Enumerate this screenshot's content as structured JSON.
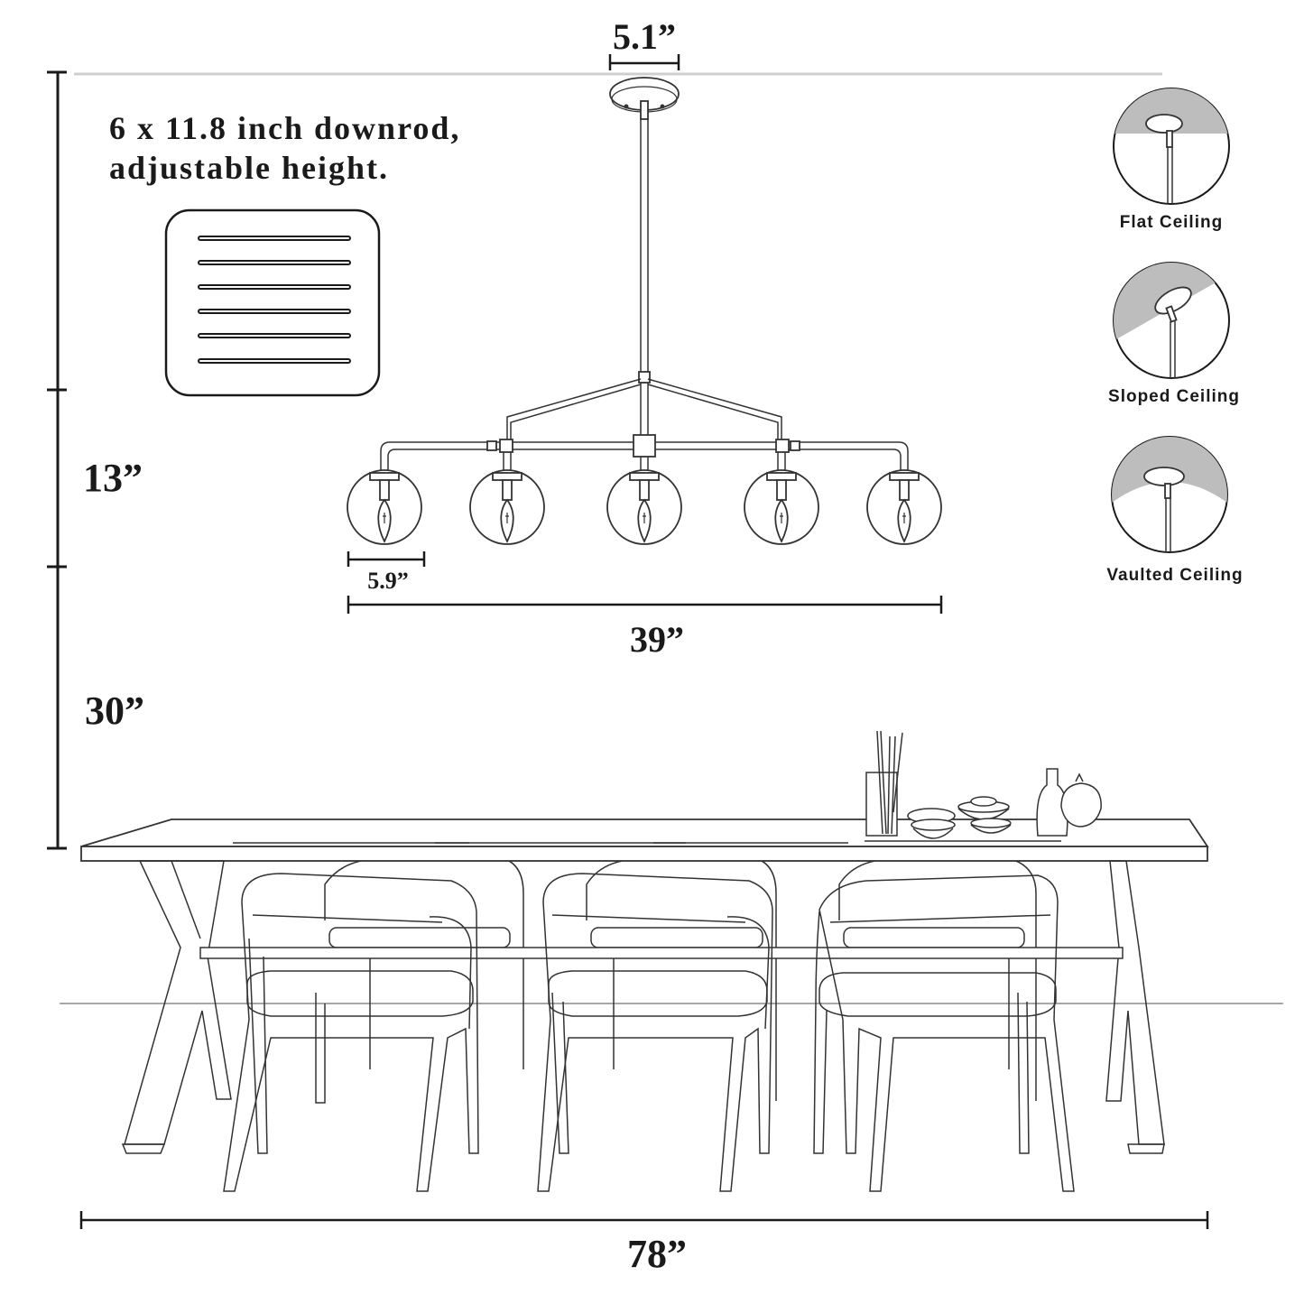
{
  "dimensions": {
    "canopy_width": "5.1”",
    "fixture_height_upper": "13”",
    "hang_height_lower": "30”",
    "globe_diameter": "5.9”",
    "fixture_width": "39”",
    "table_width": "78”"
  },
  "downrod_note": {
    "line1": "6 x 11.8 inch downrod,",
    "line2": "adjustable height."
  },
  "ceiling_types": [
    {
      "label": "Flat Ceiling"
    },
    {
      "label": "Sloped Ceiling"
    },
    {
      "label": "Vaulted Ceiling"
    }
  ],
  "colors": {
    "line": "#1a1a1a",
    "ceiling_shade": "#bdbdbd"
  }
}
